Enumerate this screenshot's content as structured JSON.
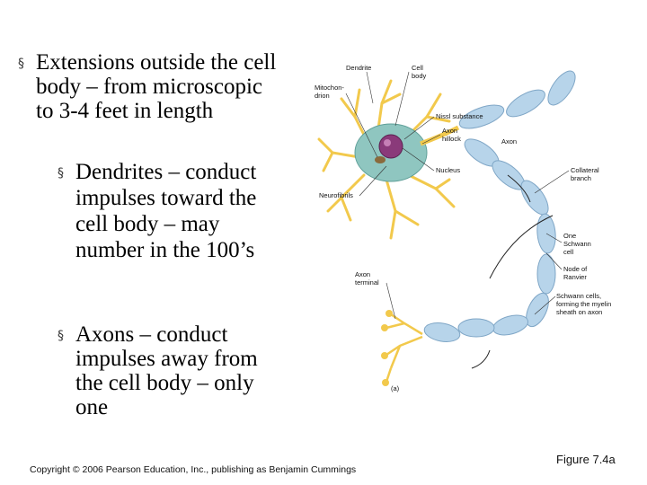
{
  "bullets": [
    {
      "text": "Extensions outside the cell body – from microscopic to 3-4 feet in length",
      "marker": "§"
    },
    {
      "text": "Dendrites – conduct impulses toward the cell body – may number in the 100’s",
      "marker": "§"
    },
    {
      "text": "Axons – conduct impulses away from the cell body – only one",
      "marker": "§"
    }
  ],
  "diagram": {
    "labels": {
      "dendrite": "Dendrite",
      "cell_body_1": "Cell",
      "cell_body_2": "body",
      "mito_1": "Mitochon-",
      "mito_2": "drion",
      "nissl": "Nissl substance",
      "axon_hillock_1": "Axon",
      "axon_hillock_2": "hillock",
      "axon": "Axon",
      "nucleus": "Nucleus",
      "neurofibrils": "Neurofibrils",
      "collateral_1": "Collateral",
      "collateral_2": "branch",
      "schwann_1": "One",
      "schwann_2": "Schwann",
      "schwann_3": "cell",
      "node_1": "Node of",
      "node_2": "Ranvier",
      "axon_terminal_1": "Axon",
      "axon_terminal_2": "terminal",
      "myelin_1": "Schwann cells,",
      "myelin_2": "forming the myelin",
      "myelin_3": "sheath on axon",
      "panel": "(a)"
    },
    "colors": {
      "cell_body": "#8fc6c0",
      "nucleus": "#8a3a7a",
      "dendrite": "#f2c94c",
      "myelin": "#b7d4ea",
      "arrow": "#222222"
    }
  },
  "footer": {
    "copyright": "Copyright © 2006 Pearson Education, Inc., publishing as Benjamin Cummings",
    "figure": "Figure 7.4a"
  }
}
